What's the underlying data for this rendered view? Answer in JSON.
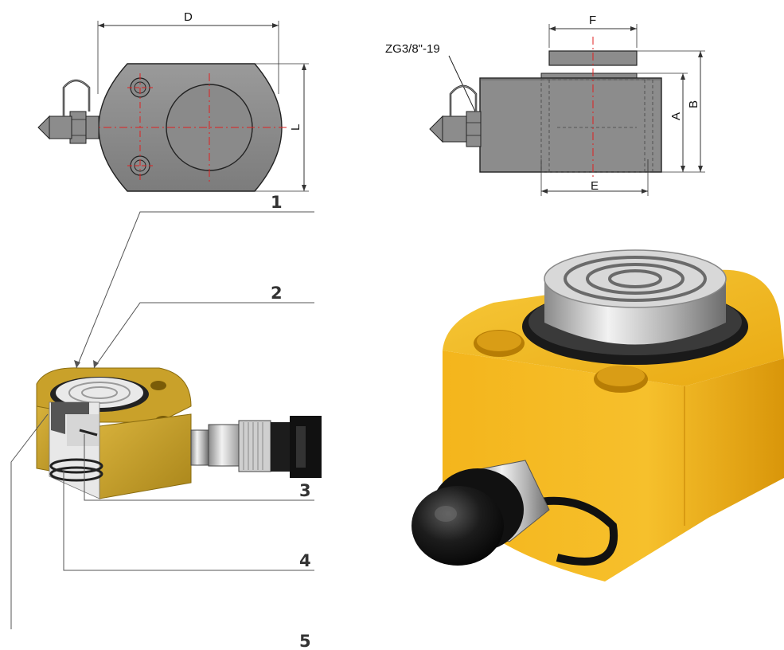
{
  "top_view": {
    "dim_width_label": "D",
    "dim_height_label": "L"
  },
  "side_view": {
    "port_label": "ZG3/8\"-19",
    "dim_saddle_label": "F",
    "dim_base_label": "E",
    "dim_body_height_label": "A",
    "dim_total_height_label": "B"
  },
  "callouts": [
    "1",
    "2",
    "3",
    "4",
    "5"
  ],
  "colors": {
    "body_gray": "#8c8c8c",
    "centerline_red": "#e02020",
    "jack_yellow": "#f2b419",
    "jack_yellow_dark": "#c98a08",
    "chrome": "#c9c9c9",
    "cap_black": "#1a1a1a"
  },
  "icons": {
    "coupler": "hydraulic-coupler-icon",
    "dust_cap": "dust-cap-icon"
  }
}
